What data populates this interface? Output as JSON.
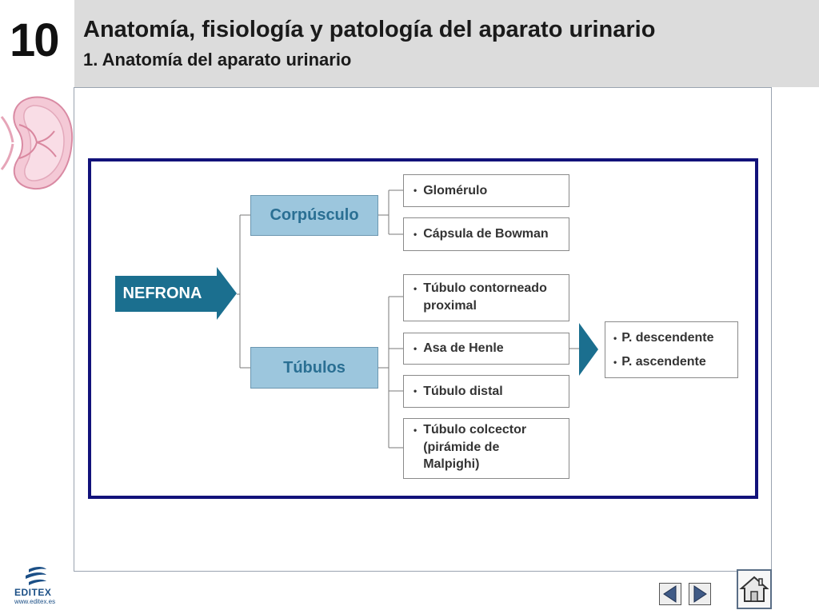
{
  "header": {
    "chapter_number": "10",
    "title": "Anatomía, fisiología y patología del aparato urinario",
    "subtitle": "1. Anatomía del aparato urinario"
  },
  "diagram": {
    "root": "NEFRONA",
    "branches": [
      {
        "label": "Corpúsculo",
        "items": [
          "Glomérulo",
          "Cápsula de Bowman"
        ]
      },
      {
        "label": "Túbulos",
        "items": [
          "Túbulo contorneado\nproximal",
          "Asa de Henle",
          "Túbulo distal",
          "Túbulo colcector\n(pirámide de\nMalpighi)"
        ]
      }
    ],
    "henle_parts": [
      "P. descendente",
      "P. ascendente"
    ],
    "bullet": "•"
  },
  "footer": {
    "publisher": "EDITEX",
    "url": "www.editex.es"
  },
  "icons": {
    "illustration": "kidney-icon",
    "prev": "arrow-left-icon",
    "next": "arrow-right-icon",
    "home": "home-icon"
  },
  "colors": {
    "header_band": "#dcdcdc",
    "diagram_border": "#12127a",
    "root_fill": "#1b6f8f",
    "branch_fill": "#9cc6dd",
    "branch_text": "#2a6f93"
  }
}
